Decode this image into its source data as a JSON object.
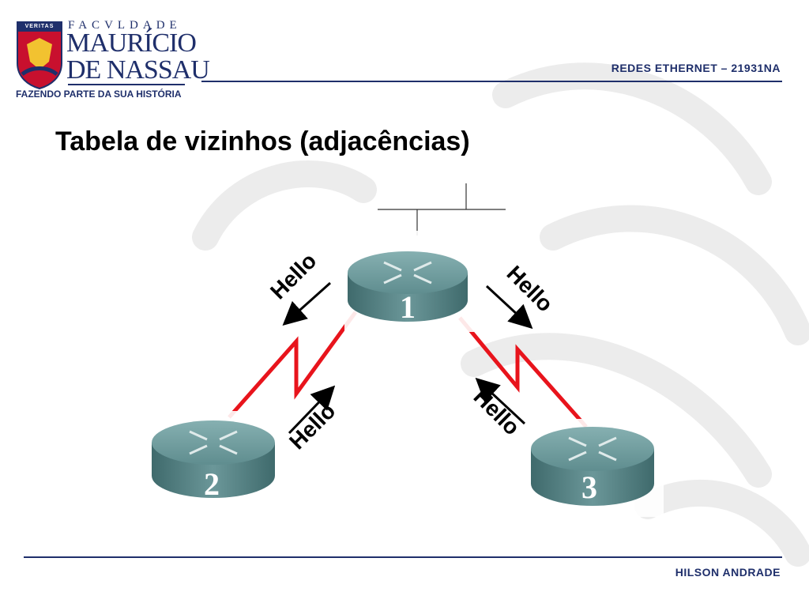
{
  "header": {
    "brand_top": "FACVLDADE",
    "brand_line1": "MAURÍCIO",
    "brand_line2": "DE NASSAU",
    "brand_tagline": "FAZENDO PARTE DA SUA HISTÓRIA",
    "shield_text": "VERITAS",
    "course": "REDES ETHERNET – 21931NA"
  },
  "slide": {
    "title": "Tabela de vizinhos (adjacências)"
  },
  "diagram": {
    "routers": [
      {
        "label": "1"
      },
      {
        "label": "2"
      },
      {
        "label": "3"
      }
    ],
    "hello_labels": [
      "Hello",
      "Hello",
      "Hello",
      "Hello"
    ],
    "colors": {
      "link": "#e8141c",
      "router_top": "#6f9a9c",
      "router_side": "#4a7577",
      "brand": "#1f2f6b"
    }
  },
  "footer": {
    "author": "HILSON ANDRADE"
  }
}
